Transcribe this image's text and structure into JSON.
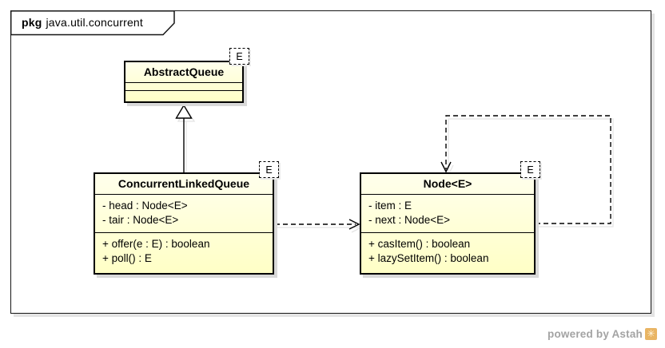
{
  "frame": {
    "keyword": "pkg",
    "title": "java.util.concurrent"
  },
  "classes": {
    "abstract_queue": {
      "name": "AbstractQueue",
      "template_param": "E",
      "attributes": [],
      "operations": []
    },
    "concurrent_linked_queue": {
      "name": "ConcurrentLinkedQueue",
      "template_param": "E",
      "attributes": [
        "- head : Node<E>",
        "- tair : Node<E>"
      ],
      "operations": [
        "+ offer(e : E) : boolean",
        "+ poll() : E"
      ]
    },
    "node": {
      "name": "Node<E>",
      "template_param": "E",
      "attributes": [
        "- item : E",
        "- next : Node<E>"
      ],
      "operations": [
        "+ casItem() : boolean",
        "+ lazySetItem() : boolean"
      ]
    }
  },
  "relationships": [
    {
      "type": "generalization",
      "from": "ConcurrentLinkedQueue",
      "to": "AbstractQueue",
      "line": "solid",
      "arrowhead": "hollow-triangle"
    },
    {
      "type": "dependency",
      "from": "ConcurrentLinkedQueue",
      "to": "Node<E>",
      "line": "dashed",
      "arrowhead": "open"
    },
    {
      "type": "dependency",
      "from": "Node<E>",
      "to": "Node<E>",
      "line": "dashed",
      "arrowhead": "open"
    }
  ],
  "footer": {
    "credit": "powered by Astah",
    "logo_glyph": "✳"
  },
  "colors": {
    "class_fill": "#FFFFCC",
    "border": "#000000",
    "shadow": "#D9D9D9",
    "credit_text": "#A3A3A3",
    "logo_orange": "#E9B564"
  }
}
